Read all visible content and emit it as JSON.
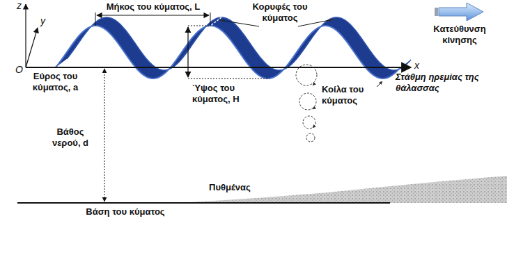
{
  "diagram": {
    "labels": [
      "z",
      "y",
      "O",
      "x",
      "Μήκος του κύματος, L",
      "Κορυφές του κύματος",
      "Κατεύθυνση κίνησης",
      "Εύρος του κύματος, a",
      "Ύψος του κύματος, H",
      "Κοίλα του κύματος",
      "Στάθμη ηρεμίας της θάλασσας",
      "Βάθος νερού, d",
      "Πυθμένας",
      "Βάση του κύματος"
    ]
  }
}
